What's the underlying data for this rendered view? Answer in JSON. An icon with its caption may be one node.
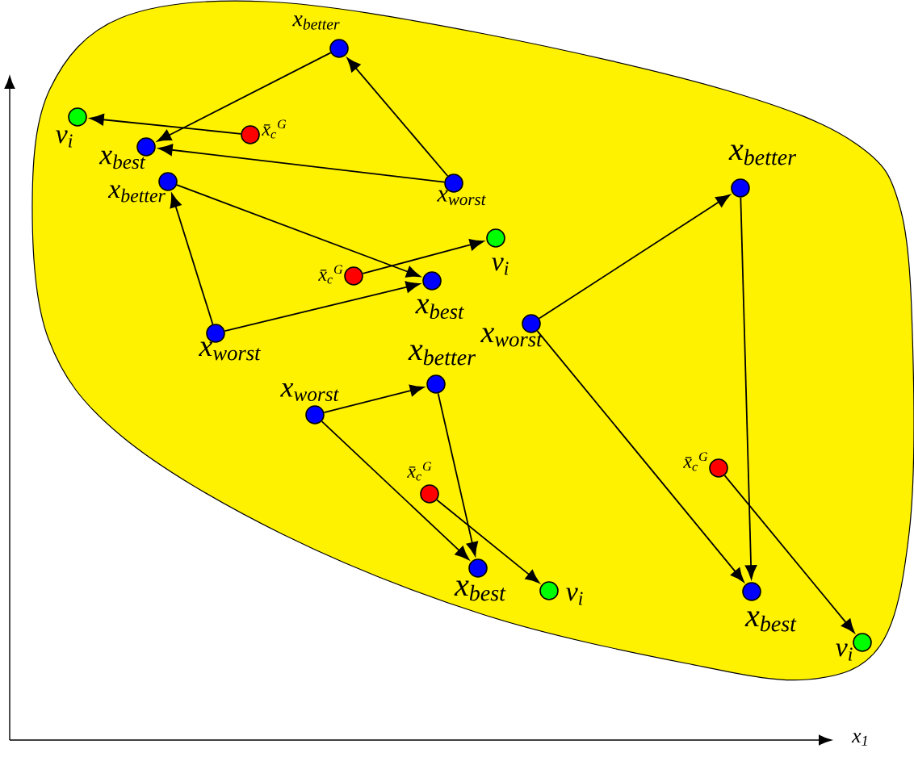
{
  "diagram": {
    "nodes": [
      {
        "text": [],
        "shape": "circle",
        "beside": [
          "x$_{better}$"
        ]
      },
      {
        "text": [],
        "shape": "circle",
        "beside": [
          "v$_{i}$"
        ]
      },
      {
        "text": [],
        "shape": "circle",
        "beside": [
          "x̄$_{c}$$^{G}$"
        ]
      },
      {
        "text": [],
        "shape": "circle",
        "beside": [
          "x$_{best}$"
        ]
      },
      {
        "text": [],
        "shape": "circle",
        "beside": [
          "x$_{worst}$"
        ]
      },
      {
        "text": [],
        "shape": "circle",
        "beside": [
          "x$_{better}$"
        ]
      },
      {
        "text": [],
        "shape": "circle",
        "beside": [
          "x̄$_{c}$$^{G}$"
        ]
      },
      {
        "text": [],
        "shape": "circle",
        "beside": [
          "v$_{i}$"
        ]
      },
      {
        "text": [],
        "shape": "circle",
        "beside": [
          "x$_{best}$"
        ]
      },
      {
        "text": [],
        "shape": "circle",
        "beside": [
          "x$_{worst}$"
        ]
      },
      {
        "text": [],
        "shape": "circle",
        "beside": [
          "x$_{better}$"
        ]
      },
      {
        "text": [],
        "shape": "circle",
        "beside": [
          "x$_{worst}$"
        ]
      },
      {
        "text": [],
        "shape": "circle",
        "beside": [
          "x̄$_{c}$$^{G}$"
        ]
      },
      {
        "text": [],
        "shape": "circle",
        "beside": [
          "x$_{best}$"
        ]
      },
      {
        "text": [],
        "shape": "circle",
        "beside": [
          "v$_{i}$"
        ]
      },
      {
        "text": [],
        "shape": "circle",
        "beside": [
          "x$_{better}$"
        ]
      },
      {
        "text": [],
        "shape": "circle",
        "beside": [
          "x$_{worst}$"
        ]
      },
      {
        "text": [],
        "shape": "circle",
        "beside": [
          "x̄$_{c}$$^{G}$"
        ]
      },
      {
        "text": [],
        "shape": "circle",
        "beside": [
          "x$_{best}$"
        ]
      },
      {
        "text": [],
        "shape": "circle",
        "beside": [
          "v$_{i}$"
        ]
      }
    ],
    "edges": [
      {
        "from": 4,
        "to": 0,
        "arrow": "to"
      },
      {
        "from": 0,
        "to": 3,
        "arrow": "to"
      },
      {
        "from": 4,
        "to": 3,
        "arrow": "to"
      },
      {
        "from": 2,
        "to": 1,
        "arrow": "to"
      },
      {
        "from": 9,
        "to": 5,
        "arrow": "to"
      },
      {
        "from": 5,
        "to": 8,
        "arrow": "to"
      },
      {
        "from": 9,
        "to": 8,
        "arrow": "to"
      },
      {
        "from": 6,
        "to": 7,
        "arrow": "to"
      },
      {
        "from": 11,
        "to": 10,
        "arrow": "to"
      },
      {
        "from": 10,
        "to": 13,
        "arrow": "to"
      },
      {
        "from": 11,
        "to": 13,
        "arrow": "to"
      },
      {
        "from": 12,
        "to": 14,
        "arrow": "to"
      },
      {
        "from": 16,
        "to": 15,
        "arrow": "to"
      },
      {
        "from": 15,
        "to": 18,
        "arrow": "to"
      },
      {
        "from": 16,
        "to": 18,
        "arrow": "to"
      },
      {
        "from": 17,
        "to": 19,
        "arrow": "to"
      }
    ],
    "labels": [
      "x$_{1}$"
    ]
  }
}
